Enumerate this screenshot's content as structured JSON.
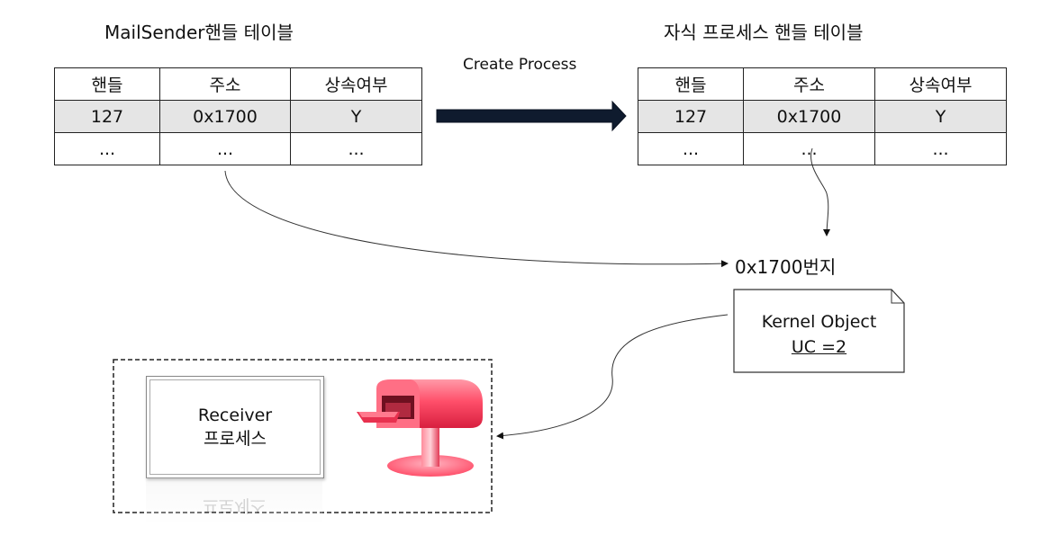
{
  "left_table": {
    "title": "MailSender핸들 테이블",
    "headers": [
      "핸들",
      "주소",
      "상속여부"
    ],
    "rows": [
      [
        "127",
        "0x1700",
        "Y"
      ],
      [
        "...",
        "...",
        "..."
      ]
    ]
  },
  "right_table": {
    "title": "자식 프로세스 핸들 테이블",
    "headers": [
      "핸들",
      "주소",
      "상속여부"
    ],
    "rows": [
      [
        "127",
        "0x1700",
        "Y"
      ],
      [
        "...",
        "...",
        "..."
      ]
    ]
  },
  "arrow_label": "Create Process",
  "address_label": "0x1700번지",
  "kernel_object": {
    "line1": "Kernel Object",
    "line2": "UC =2"
  },
  "receiver": {
    "line1": "Receiver",
    "line2": "프로세스"
  },
  "colors": {
    "mailbox": "#ff4f6a",
    "arrow": "#0f1b2e",
    "table_highlight": "#e5e5e5"
  },
  "icons": {
    "mailbox": "mailbox-icon"
  }
}
